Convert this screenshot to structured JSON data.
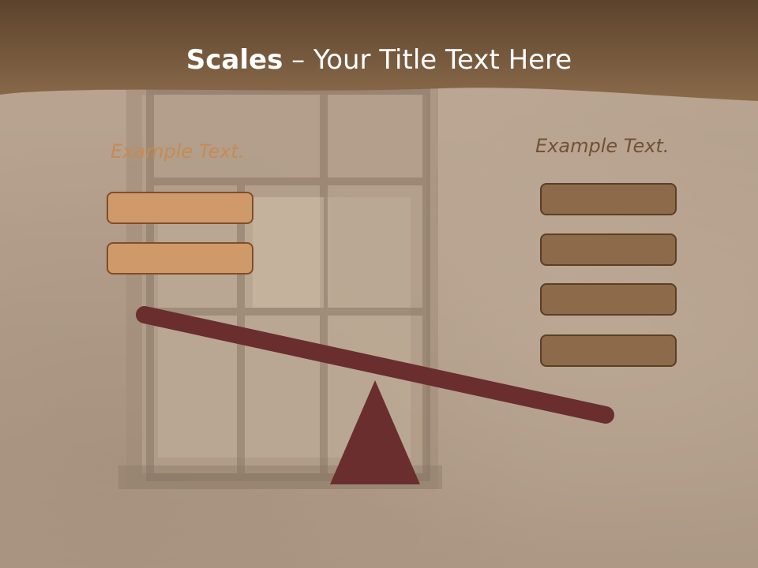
{
  "slide": {
    "title_bold": "Scales",
    "title_rest": " – Your Title Text Here",
    "left_label": "Example Text.",
    "right_label": "Example Text.",
    "left_box_count": 2,
    "right_box_count": 4
  },
  "colors": {
    "header": "#7a5a3c",
    "left_box_fill": "#d0996a",
    "right_box_fill": "#8d6a4a",
    "beam": "#6a2e2e",
    "fulcrum": "#6a2e2e"
  }
}
